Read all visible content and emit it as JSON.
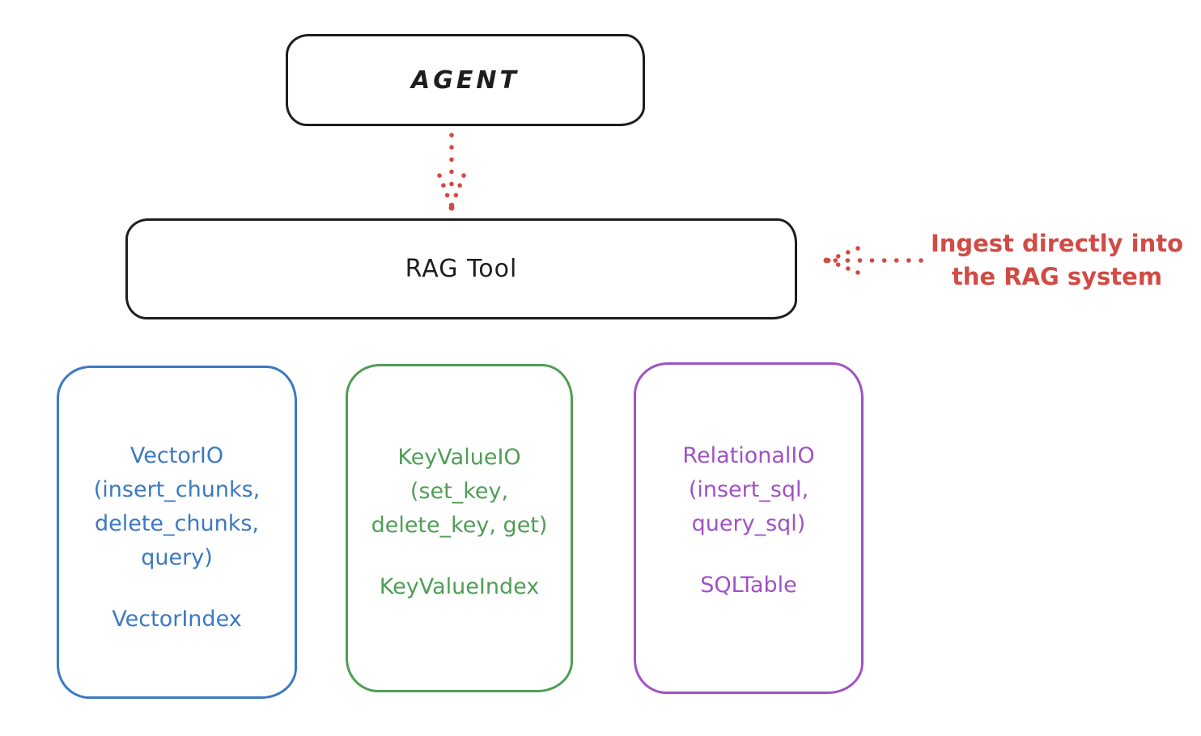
{
  "diagram": {
    "ink_color": "#1e1e1e",
    "accent_red": "#d14b45",
    "agent": {
      "label": "AGENT"
    },
    "rag_tool": {
      "label": "RAG Tool"
    },
    "annotation": {
      "line1": "Ingest directly into",
      "line2": "the RAG system"
    },
    "arrows": [
      {
        "name": "agent-to-rag-dotted-arrow",
        "direction": "down"
      },
      {
        "name": "ingest-dotted-arrow",
        "direction": "left"
      }
    ]
  },
  "stores": [
    {
      "id": "vector-io",
      "color": "#3b79c2",
      "lines": [
        "VectorIO",
        "(insert_chunks,",
        "delete_chunks,",
        "query)"
      ],
      "index_label": "VectorIndex"
    },
    {
      "id": "keyvalue-io",
      "color": "#4f9e55",
      "lines": [
        "KeyValueIO",
        "(set_key,",
        "delete_key, get)"
      ],
      "index_label": "KeyValueIndex"
    },
    {
      "id": "relational-io",
      "color": "#a052c5",
      "lines": [
        "RelationalIO",
        "(insert_sql,",
        "query_sql)"
      ],
      "index_label": "SQLTable"
    }
  ]
}
